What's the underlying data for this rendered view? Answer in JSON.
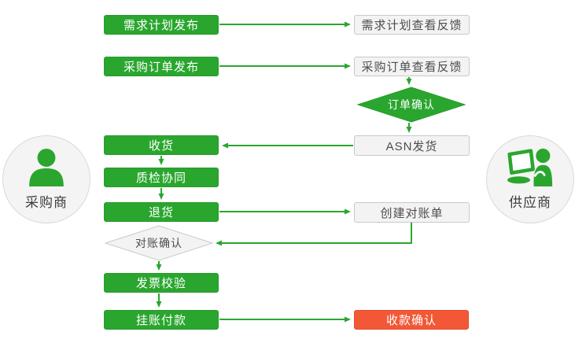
{
  "actors": {
    "buyer": "采购商",
    "supplier": "供应商"
  },
  "nodes": {
    "demand_plan_publish": "需求计划发布",
    "demand_plan_feedback": "需求计划查看反馈",
    "po_publish": "采购订单发布",
    "po_feedback": "采购订单查看反馈",
    "order_confirm": "订单确认",
    "asn_ship": "ASN发货",
    "receive_goods": "收货",
    "quality_inspection": "质检协同",
    "return_goods": "退货",
    "create_statement": "创建对账单",
    "statement_confirm": "对账确认",
    "invoice_verification": "发票校验",
    "payment_on_account": "挂账付款",
    "payment_received": "收款确认"
  },
  "colors": {
    "flow_green": "#2aa62f",
    "alert_red": "#f25736",
    "gray_fill": "#f3f3f3",
    "gray_border": "#c9c9c9",
    "dark_text": "#4d4d4d"
  }
}
